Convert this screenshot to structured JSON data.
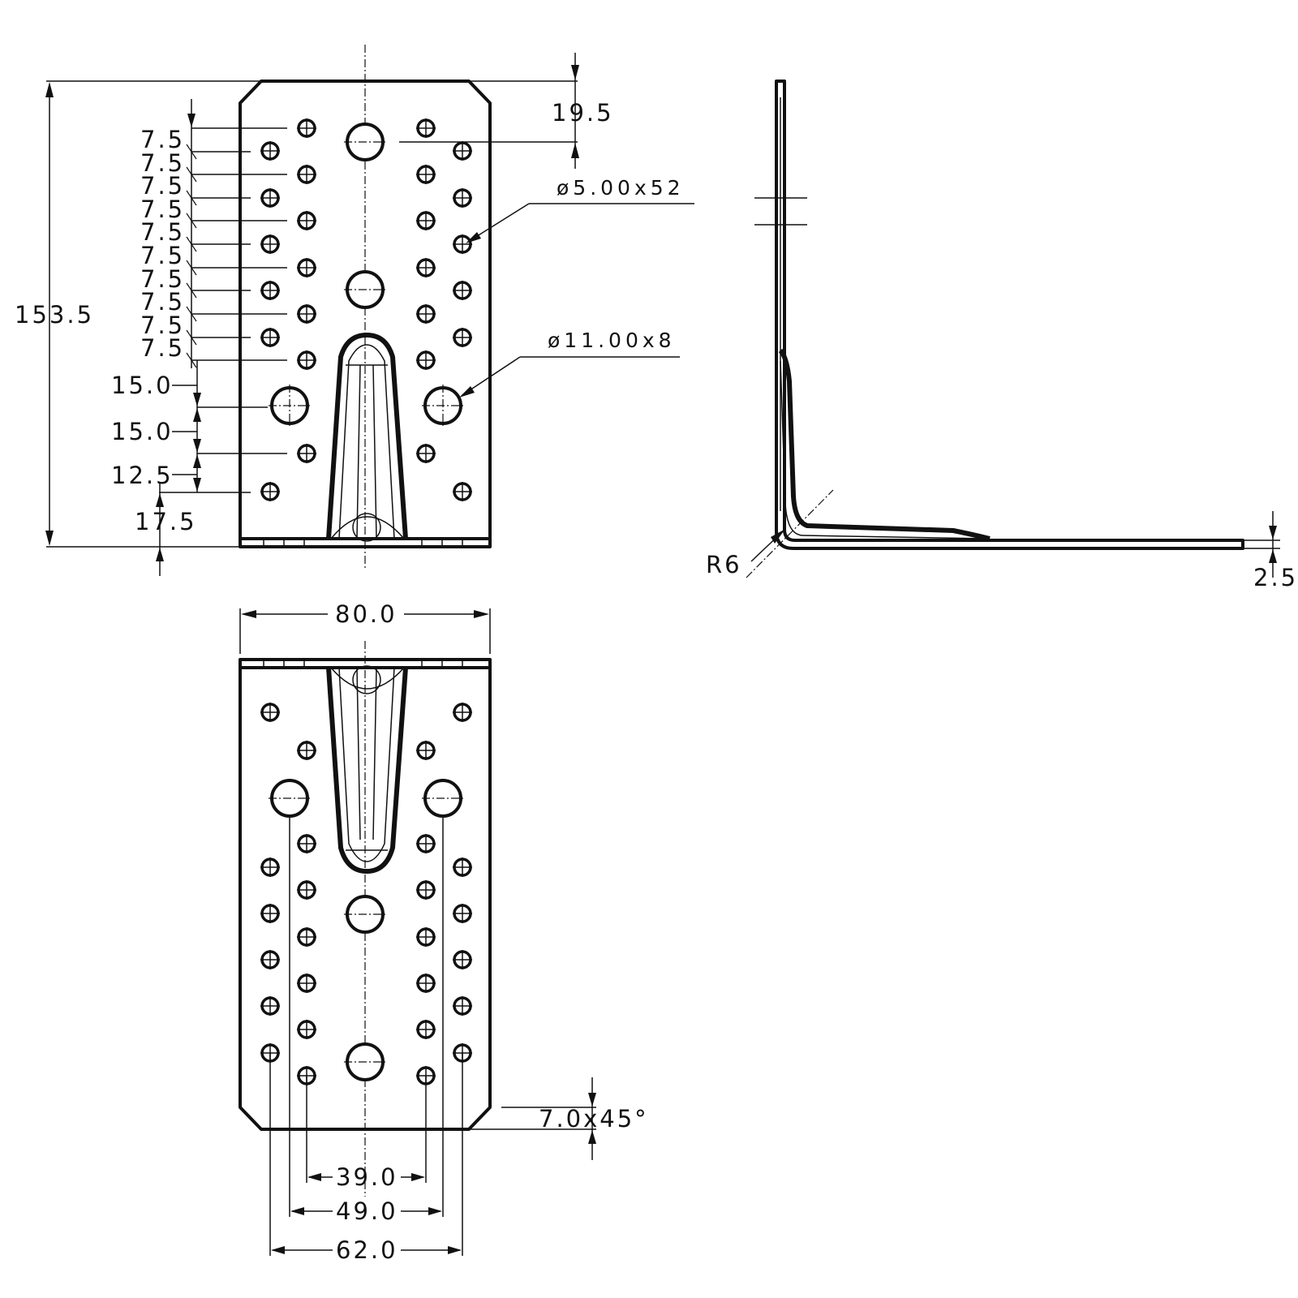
{
  "front_view": {
    "dimensions": {
      "height": "153.5",
      "top_offset": "19.5",
      "pitch_small": "7.5",
      "pitch_a": "15.0",
      "pitch_b": "15.0",
      "pitch_c": "12.5",
      "bottom_offset": "17.5"
    },
    "notes": {
      "small_holes": "ø5.00x52",
      "large_holes": "ø11.00x8"
    }
  },
  "side_view": {
    "bend_radius": "R6",
    "thickness": "2.5"
  },
  "bottom_view": {
    "dimensions": {
      "width": "80.0",
      "chamfer": "7.0x45°",
      "spacing_inner": "39.0",
      "spacing_middle": "49.0",
      "spacing_outer": "62.0"
    }
  }
}
